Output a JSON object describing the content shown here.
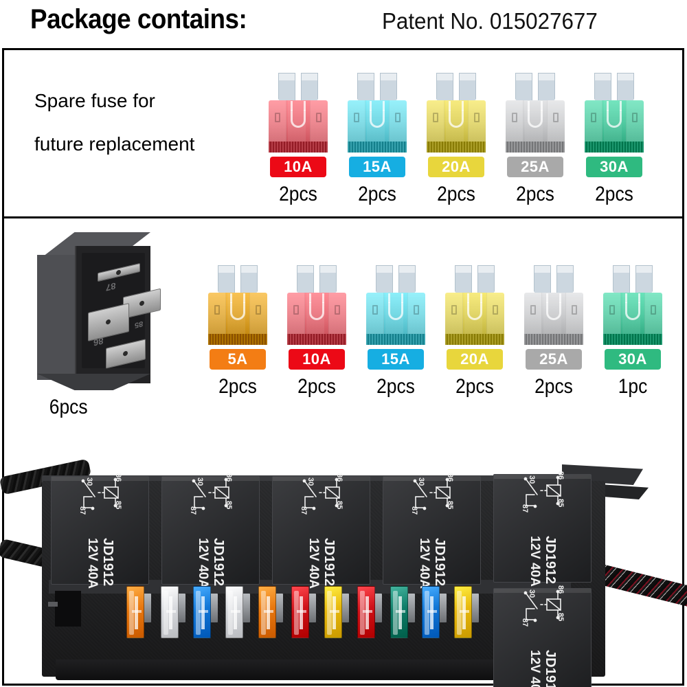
{
  "header": {
    "title": "Package contains:",
    "patent": "Patent No. 015027677"
  },
  "panel_spare": {
    "caption_line1": "Spare fuse for",
    "caption_line2": "future replacement",
    "fuses": [
      {
        "amp": "10A",
        "qty": "2pcs",
        "label_color": "#ec0916",
        "body_color": "#e8707a",
        "name": "fuse-10a"
      },
      {
        "amp": "15A",
        "qty": "2pcs",
        "label_color": "#16aee2",
        "body_color": "#69d4e0",
        "name": "fuse-15a"
      },
      {
        "amp": "20A",
        "qty": "2pcs",
        "label_color": "#e8d63c",
        "body_color": "#ddd05a",
        "name": "fuse-20a"
      },
      {
        "amp": "25A",
        "qty": "2pcs",
        "label_color": "#a9a9a9",
        "body_color": "#c9cacc",
        "name": "fuse-25a"
      },
      {
        "amp": "30A",
        "qty": "2pcs",
        "label_color": "#2fba80",
        "body_color": "#4fc9a0",
        "name": "fuse-30a"
      }
    ]
  },
  "panel_kit": {
    "relay": {
      "qty": "6pcs",
      "terminal_87": "87",
      "terminal_86": "86",
      "terminal_85": "85"
    },
    "fuses": [
      {
        "amp": "5A",
        "qty": "2pcs",
        "label_color": "#f37d14",
        "body_color": "#dfa42c",
        "name": "fuse-5a"
      },
      {
        "amp": "10A",
        "qty": "2pcs",
        "label_color": "#ec0916",
        "body_color": "#e8707a",
        "name": "fuse-10a"
      },
      {
        "amp": "15A",
        "qty": "2pcs",
        "label_color": "#16aee2",
        "body_color": "#69d4e0",
        "name": "fuse-15a"
      },
      {
        "amp": "20A",
        "qty": "2pcs",
        "label_color": "#e8d63c",
        "body_color": "#ddd05a",
        "name": "fuse-20a"
      },
      {
        "amp": "25A",
        "qty": "2pcs",
        "label_color": "#a9a9a9",
        "body_color": "#c9cacc",
        "name": "fuse-25a"
      },
      {
        "amp": "30A",
        "qty": "1pc",
        "label_color": "#2fba80",
        "body_color": "#4fc9a0",
        "name": "fuse-30a"
      }
    ]
  },
  "panel_box": {
    "relay_model": "JD1912",
    "relay_rating_line1": "12V",
    "relay_rating_line2": "40A",
    "relay_rating": "12V 40A",
    "schematic_terminals": {
      "coil_a": "86",
      "coil_b": "85",
      "common": "30",
      "no": "87"
    },
    "relay_count_visible": 6,
    "installed_fuses": [
      {
        "color": "#e8780f",
        "name": "installed-fuse-orange-1"
      },
      {
        "color": "#d8dade",
        "name": "installed-fuse-clear-1"
      },
      {
        "color": "#1176d6",
        "name": "installed-fuse-blue-1"
      },
      {
        "color": "#d8dade",
        "name": "installed-fuse-clear-2"
      },
      {
        "color": "#e8780f",
        "name": "installed-fuse-orange-2"
      },
      {
        "color": "#cf1118",
        "name": "installed-fuse-red-1"
      },
      {
        "color": "#e8b80c",
        "name": "installed-fuse-yellow-1"
      },
      {
        "color": "#cf1118",
        "name": "installed-fuse-red-2"
      },
      {
        "color": "#0e7d68",
        "name": "installed-fuse-green-1"
      },
      {
        "color": "#1176d6",
        "name": "installed-fuse-blue-2"
      },
      {
        "color": "#e8b80c",
        "name": "installed-fuse-yellow-2"
      }
    ]
  }
}
